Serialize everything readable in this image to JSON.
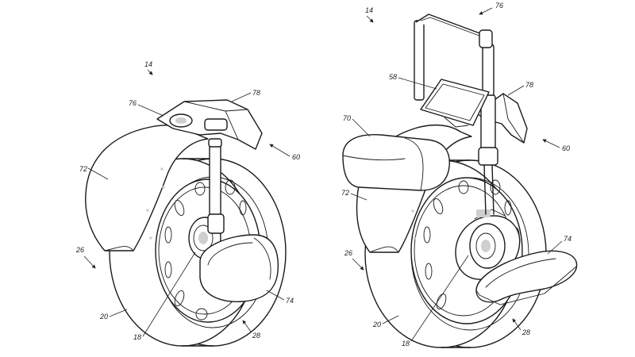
{
  "figures": [
    {
      "id": "left",
      "labels": {
        "l14": "14",
        "l76": "76",
        "l78": "78",
        "l72": "72",
        "l60": "60",
        "l26": "26",
        "l20": "20",
        "l18": "18",
        "l74": "74",
        "l28": "28"
      }
    },
    {
      "id": "right",
      "labels": {
        "l14": "14",
        "l76": "76",
        "l58": "58",
        "l78": "78",
        "l70": "70",
        "l60": "60",
        "l72": "72",
        "l26": "26",
        "l74": "74",
        "l20": "20",
        "l28": "28",
        "l18": "18"
      }
    }
  ]
}
